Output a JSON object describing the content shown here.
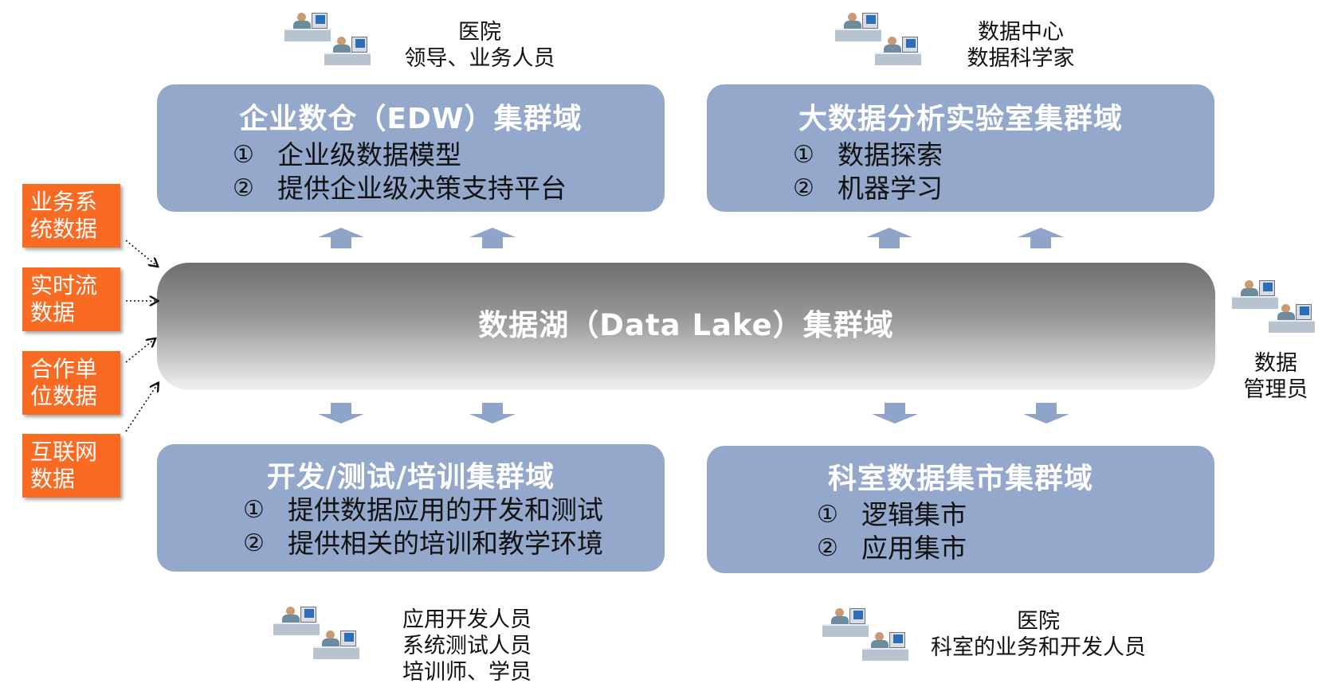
{
  "clusters": {
    "edw": {
      "title": "企业数仓（EDW）集群域",
      "items": [
        {
          "num": "①",
          "text": "企业级数据模型"
        },
        {
          "num": "②",
          "text": "提供企业级决策支持平台"
        }
      ]
    },
    "lab": {
      "title": "大数据分析实验室集群域",
      "items": [
        {
          "num": "①",
          "text": "数据探索"
        },
        {
          "num": "②",
          "text": "机器学习"
        }
      ]
    },
    "dev": {
      "title": "开发/测试/培训集群域",
      "items": [
        {
          "num": "①",
          "text": "提供数据应用的开发和测试"
        },
        {
          "num": "②",
          "text": "提供相关的培训和教学环境"
        }
      ]
    },
    "dept": {
      "title": "科室数据集市集群域",
      "items": [
        {
          "num": "①",
          "text": "逻辑集市"
        },
        {
          "num": "②",
          "text": "应用集市"
        }
      ]
    }
  },
  "lake": {
    "title": "数据湖（Data Lake）集群域"
  },
  "sources": [
    {
      "line1": "业务系",
      "line2": "统数据"
    },
    {
      "line1": "实时流",
      "line2": "数据"
    },
    {
      "line1": "合作单",
      "line2": "位数据"
    },
    {
      "line1": "互联网",
      "line2": "数据"
    }
  ],
  "users": {
    "edw": [
      "医院",
      "领导、业务人员"
    ],
    "lab": [
      "数据中心",
      "数据科学家"
    ],
    "admin": [
      "数据",
      "管理员"
    ],
    "dev": [
      "应用开发人员",
      "系统测试人员",
      "培训师、学员"
    ],
    "dept": [
      "医院",
      "科室的业务和开发人员"
    ]
  },
  "colors": {
    "cluster": "#94a8cc",
    "arrow": "#8ea4c8",
    "source": "#f96a22"
  }
}
